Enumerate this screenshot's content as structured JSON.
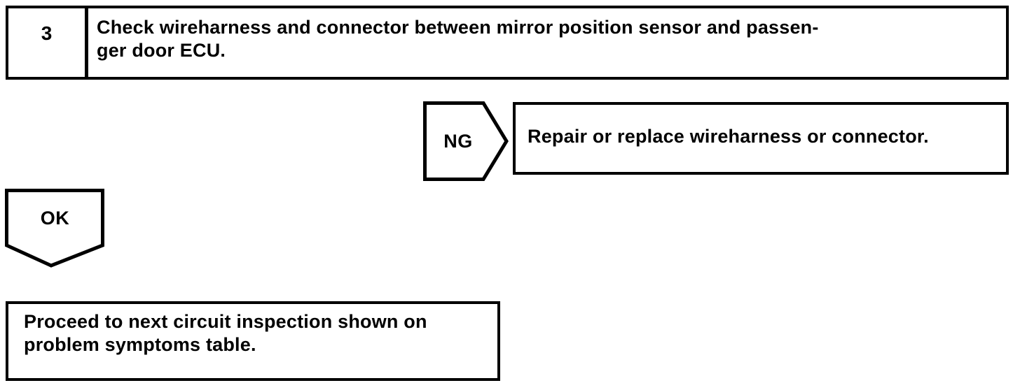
{
  "page": {
    "background": "#ffffff",
    "line_color": "#000000"
  },
  "step_box": {
    "number": "3",
    "instruction_lines": [
      "Check wireharness and connector between mirror position sensor and passen-",
      "ger door ECU."
    ]
  },
  "ng_branch": {
    "label": "NG",
    "result_text": "Repair or replace wireharness or connector."
  },
  "ok_branch": {
    "label": "OK"
  },
  "next_box": {
    "lines": [
      "Proceed to next circuit inspection shown on",
      "problem symptoms table."
    ]
  }
}
